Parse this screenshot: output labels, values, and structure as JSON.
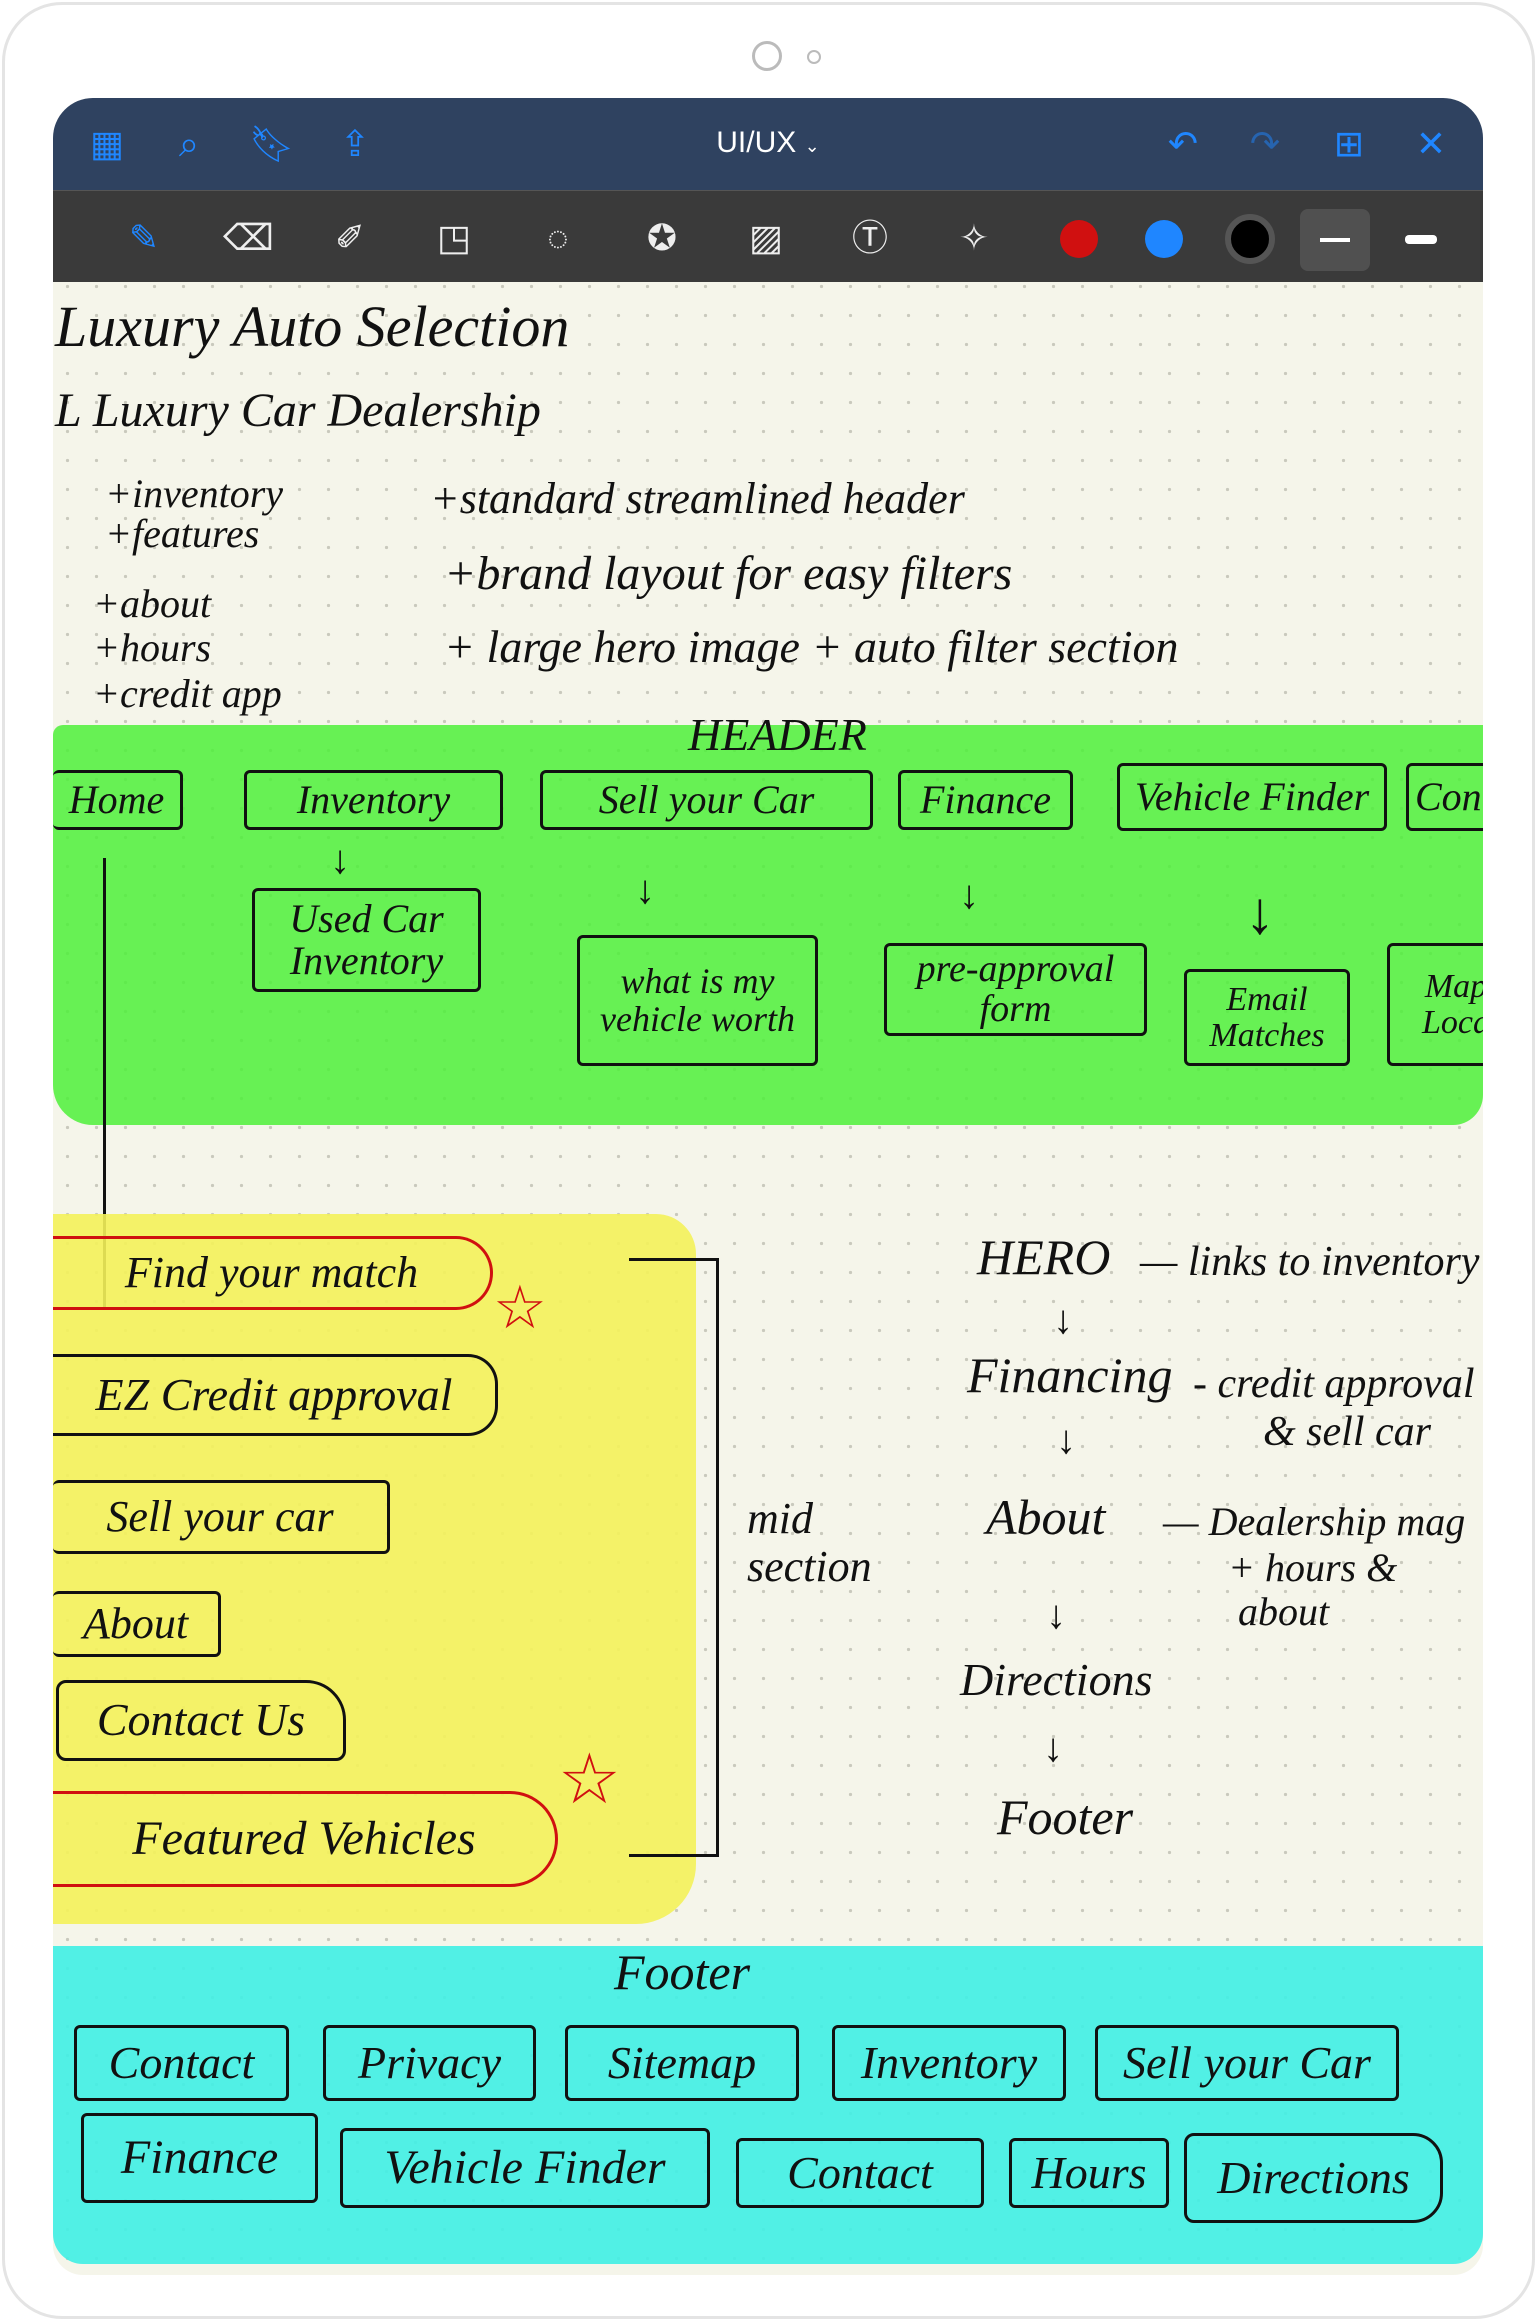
{
  "app": {
    "title": "UI/UX",
    "colors": {
      "nav": "#2f4260",
      "toolbar": "#3a3a3a",
      "accent": "#1f86ff",
      "red": "#d01010",
      "blue": "#1f86ff",
      "black": "#000000",
      "green_highlight": "#4ef03a",
      "yellow_highlight": "#f4f25a",
      "cyan_highlight": "#3ff0e4"
    }
  },
  "nav_icons": [
    "grid-icon",
    "search-icon",
    "bookmark-icon",
    "share-icon",
    "undo-icon",
    "redo-icon",
    "add-page-icon",
    "close-icon"
  ],
  "notes": {
    "title": "Luxury Auto Selection",
    "subtitle": "L Luxury Car Dealership",
    "left_list": [
      "+inventory",
      "+features",
      "+about",
      "+hours",
      "+credit app"
    ],
    "right_list": [
      "+standard streamlined header",
      "+brand layout for easy filters",
      "+ large hero image + auto filter section"
    ],
    "header_label": "HEADER",
    "nav_items": [
      "Home",
      "Inventory",
      "Sell your Car",
      "Finance",
      "Vehicle Finder",
      "Cont"
    ],
    "sub_items": [
      "Used Car Inventory",
      "what is my vehicle worth",
      "pre-approval form",
      "Email Matches",
      "Map Loca"
    ],
    "mid_items": [
      "Find your match",
      "EZ Credit approval",
      "Sell your car",
      "About",
      "Contact Us",
      "Featured Vehicles"
    ],
    "mid_label": "mid section",
    "flow": {
      "hero": "HERO",
      "hero_note": "— links to inventory",
      "financing": "Financing",
      "financing_note": "- credit approval",
      "financing_note2": "& sell car",
      "about": "About",
      "about_note": "— Dealership mag",
      "about_note2": "+ hours &",
      "about_note3": "about",
      "directions": "Directions",
      "footer": "Footer"
    },
    "footer_label": "Footer",
    "footer_row1": [
      "Contact",
      "Privacy",
      "Sitemap",
      "Inventory",
      "Sell your Car"
    ],
    "footer_row2": [
      "Finance",
      "Vehicle Finder",
      "Contact",
      "Hours",
      "Directions"
    ]
  }
}
